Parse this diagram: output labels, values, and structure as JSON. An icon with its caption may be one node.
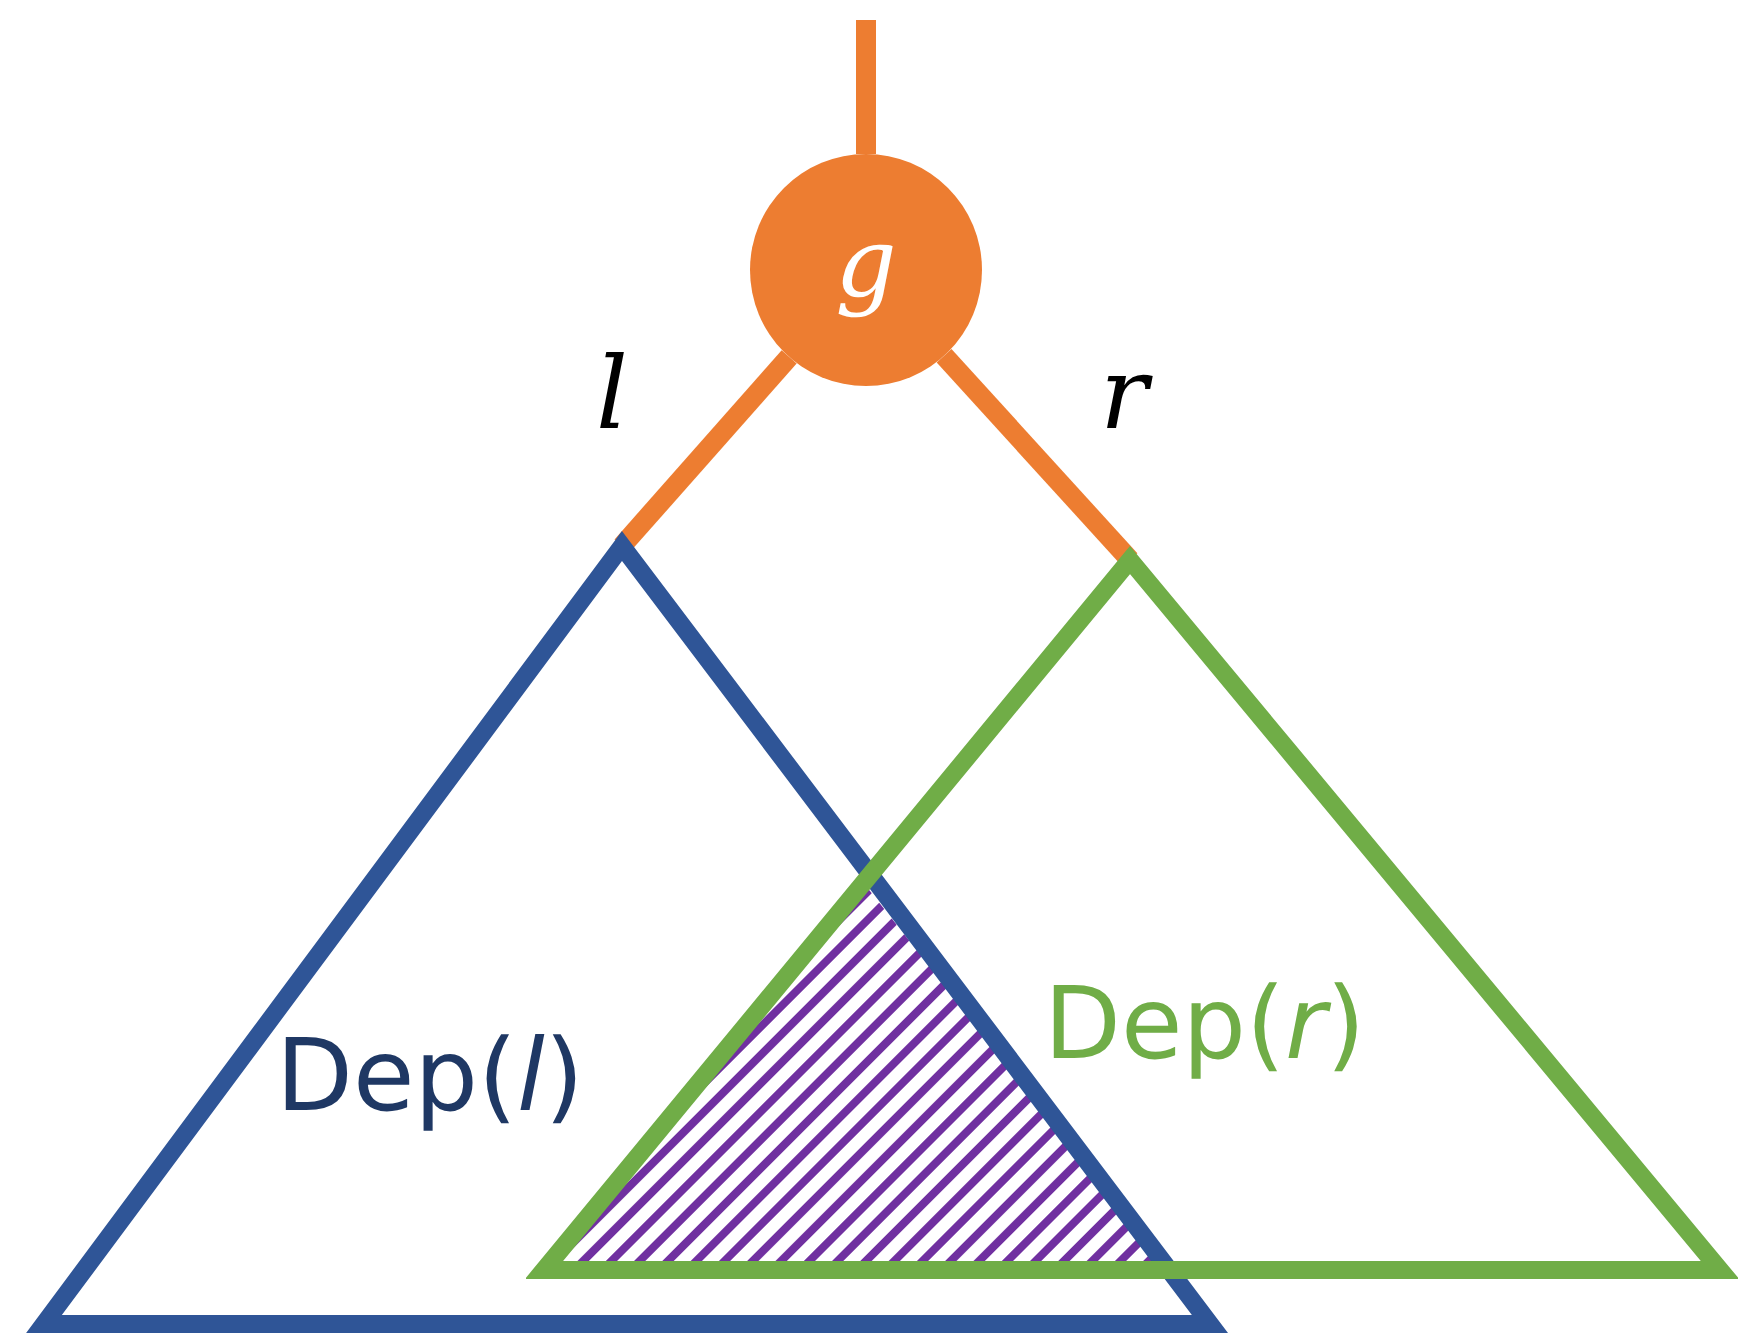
{
  "diagram": {
    "nodes": [
      {
        "text": [
          "g"
        ]
      },
      {
        "text": [
          "Dep(*l*)"
        ]
      },
      {
        "text": [
          "Dep(*r*)"
        ]
      }
    ],
    "edges": [
      {
        "from": null,
        "to": 0,
        "arrow": "none"
      },
      {
        "from": 0,
        "to": 1,
        "arrow": "none",
        "label": "l"
      },
      {
        "from": 0,
        "to": 2,
        "arrow": "none",
        "label": "r"
      }
    ]
  }
}
